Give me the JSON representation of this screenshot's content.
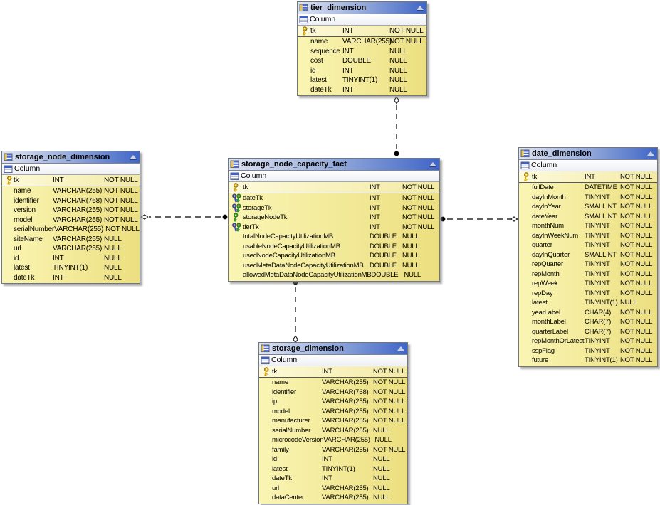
{
  "colors": {
    "canvas_background": "#ffffff",
    "table_header_gradient_start": "#dfe4f2",
    "table_header_gradient_end": "#3f65c6",
    "row_gradient_start": "#faf5b4",
    "row_gradient_end": "#ecdf80",
    "pk_row_gradient_start": "#fdfada",
    "pk_row_gradient_end": "#f3eaa4",
    "primary_key_icon": "#d9a300",
    "foreign_key_icon_blue": "#3848c8",
    "foreign_key_icon_green": "#1f9e1f",
    "connector_line": "#000000"
  },
  "diagram": {
    "tables": [
      {
        "id": "tier_dimension",
        "title": "tier_dimension",
        "column_header": "Column",
        "header_icons": [
          "table-grid-icon",
          "collapse-triangle-icon"
        ],
        "columns": [
          {
            "icon": "primary-key",
            "pk": true,
            "name": "tk",
            "type": "INT",
            "nullability": "NOT NULL"
          },
          {
            "icon": "none",
            "name": "name",
            "type": "VARCHAR(255)",
            "nullability": "NOT NULL"
          },
          {
            "icon": "none",
            "name": "sequence",
            "type": "INT",
            "nullability": "NULL"
          },
          {
            "icon": "none",
            "name": "cost",
            "type": "DOUBLE",
            "nullability": "NULL"
          },
          {
            "icon": "none",
            "name": "id",
            "type": "INT",
            "nullability": "NULL"
          },
          {
            "icon": "none",
            "name": "latest",
            "type": "TINYINT(1)",
            "nullability": "NULL"
          },
          {
            "icon": "none",
            "name": "dateTk",
            "type": "INT",
            "nullability": "NULL"
          }
        ]
      },
      {
        "id": "storage_node_dimension",
        "title": "storage_node_dimension",
        "column_header": "Column",
        "header_icons": [
          "table-grid-icon",
          "collapse-triangle-icon"
        ],
        "columns": [
          {
            "icon": "primary-key",
            "pk": true,
            "name": "tk",
            "type": "INT",
            "nullability": "NOT NULL"
          },
          {
            "icon": "none",
            "name": "name",
            "type": "VARCHAR(255)",
            "nullability": "NOT NULL"
          },
          {
            "icon": "none",
            "name": "identifier",
            "type": "VARCHAR(768)",
            "nullability": "NOT NULL"
          },
          {
            "icon": "none",
            "name": "version",
            "type": "VARCHAR(255)",
            "nullability": "NOT NULL"
          },
          {
            "icon": "none",
            "name": "model",
            "type": "VARCHAR(255)",
            "nullability": "NOT NULL"
          },
          {
            "icon": "none",
            "name": "serialNumber",
            "type": "VARCHAR(255)",
            "nullability": "NOT NULL"
          },
          {
            "icon": "none",
            "name": "siteName",
            "type": "VARCHAR(255)",
            "nullability": "NULL"
          },
          {
            "icon": "none",
            "name": "url",
            "type": "VARCHAR(255)",
            "nullability": "NULL"
          },
          {
            "icon": "none",
            "name": "id",
            "type": "INT",
            "nullability": "NULL"
          },
          {
            "icon": "none",
            "name": "latest",
            "type": "TINYINT(1)",
            "nullability": "NULL"
          },
          {
            "icon": "none",
            "name": "dateTk",
            "type": "INT",
            "nullability": "NULL"
          }
        ]
      },
      {
        "id": "storage_node_capacity_fact",
        "title": "storage_node_capacity_fact",
        "column_header": "Column",
        "header_icons": [
          "table-grid-icon",
          "collapse-triangle-icon"
        ],
        "columns": [
          {
            "icon": "primary-key",
            "pk": true,
            "name": "tk",
            "type": "INT",
            "nullability": "NOT NULL"
          },
          {
            "icon": "foreign-key-pair",
            "name": "dateTk",
            "type": "INT",
            "nullability": "NOT NULL"
          },
          {
            "icon": "foreign-key-pair",
            "name": "storageTk",
            "type": "INT",
            "nullability": "NOT NULL"
          },
          {
            "icon": "foreign-key-green",
            "name": "storageNodeTk",
            "type": "INT",
            "nullability": "NOT NULL"
          },
          {
            "icon": "foreign-key-pair",
            "name": "tierTk",
            "type": "INT",
            "nullability": "NOT NULL"
          },
          {
            "icon": "none",
            "name": "totalNodeCapacityUtilizationMB",
            "type": "DOUBLE",
            "nullability": "NULL"
          },
          {
            "icon": "none",
            "name": "usableNodeCapacityUtilizationMB",
            "type": "DOUBLE",
            "nullability": "NULL"
          },
          {
            "icon": "none",
            "name": "usedNodeCapacityUtilizationMB",
            "type": "DOUBLE",
            "nullability": "NULL"
          },
          {
            "icon": "none",
            "name": "usedMetaDataNodeCapacityUtilizationMB",
            "type": "DOUBLE",
            "nullability": "NULL"
          },
          {
            "icon": "none",
            "name": "allowedMetaDataNodeCapacityUtilizationMB",
            "type": "DOUBLE",
            "nullability": "NULL"
          }
        ]
      },
      {
        "id": "date_dimension",
        "title": "date_dimension",
        "column_header": "Column",
        "header_icons": [
          "table-grid-icon",
          "collapse-triangle-icon"
        ],
        "columns": [
          {
            "icon": "primary-key",
            "pk": true,
            "name": "tk",
            "type": "INT",
            "nullability": "NOT NULL"
          },
          {
            "icon": "none",
            "name": "fullDate",
            "type": "DATETIME",
            "nullability": "NOT NULL"
          },
          {
            "icon": "none",
            "name": "dayInMonth",
            "type": "TINYINT",
            "nullability": "NOT NULL"
          },
          {
            "icon": "none",
            "name": "dayInYear",
            "type": "SMALLINT",
            "nullability": "NOT NULL"
          },
          {
            "icon": "none",
            "name": "dateYear",
            "type": "SMALLINT",
            "nullability": "NOT NULL"
          },
          {
            "icon": "none",
            "name": "monthNum",
            "type": "TINYINT",
            "nullability": "NOT NULL"
          },
          {
            "icon": "none",
            "name": "dayInWeekNum",
            "type": "TINYINT",
            "nullability": "NOT NULL"
          },
          {
            "icon": "none",
            "name": "quarter",
            "type": "TINYINT",
            "nullability": "NOT NULL"
          },
          {
            "icon": "none",
            "name": "dayInQuarter",
            "type": "SMALLINT",
            "nullability": "NOT NULL"
          },
          {
            "icon": "none",
            "name": "repQuarter",
            "type": "TINYINT",
            "nullability": "NOT NULL"
          },
          {
            "icon": "none",
            "name": "repMonth",
            "type": "TINYINT",
            "nullability": "NOT NULL"
          },
          {
            "icon": "none",
            "name": "repWeek",
            "type": "TINYINT",
            "nullability": "NOT NULL"
          },
          {
            "icon": "none",
            "name": "repDay",
            "type": "TINYINT",
            "nullability": "NOT NULL"
          },
          {
            "icon": "none",
            "name": "latest",
            "type": "TINYINT(1)",
            "nullability": "NULL"
          },
          {
            "icon": "none",
            "name": "yearLabel",
            "type": "CHAR(4)",
            "nullability": "NOT NULL"
          },
          {
            "icon": "none",
            "name": "monthLabel",
            "type": "CHAR(7)",
            "nullability": "NOT NULL"
          },
          {
            "icon": "none",
            "name": "quarterLabel",
            "type": "CHAR(7)",
            "nullability": "NOT NULL"
          },
          {
            "icon": "none",
            "name": "repMonthOrLatest",
            "type": "TINYINT",
            "nullability": "NOT NULL"
          },
          {
            "icon": "none",
            "name": "sspFlag",
            "type": "TINYINT",
            "nullability": "NOT NULL"
          },
          {
            "icon": "none",
            "name": "future",
            "type": "TINYINT(1)",
            "nullability": "NOT NULL"
          }
        ]
      },
      {
        "id": "storage_dimension",
        "title": "storage_dimension",
        "column_header": "Column",
        "header_icons": [
          "table-grid-icon",
          "collapse-triangle-icon"
        ],
        "columns": [
          {
            "icon": "primary-key",
            "pk": true,
            "name": "tk",
            "type": "INT",
            "nullability": "NOT NULL"
          },
          {
            "icon": "none",
            "name": "name",
            "type": "VARCHAR(255)",
            "nullability": "NOT NULL"
          },
          {
            "icon": "none",
            "name": "identifier",
            "type": "VARCHAR(768)",
            "nullability": "NOT NULL"
          },
          {
            "icon": "none",
            "name": "ip",
            "type": "VARCHAR(255)",
            "nullability": "NOT NULL"
          },
          {
            "icon": "none",
            "name": "model",
            "type": "VARCHAR(255)",
            "nullability": "NOT NULL"
          },
          {
            "icon": "none",
            "name": "manufacturer",
            "type": "VARCHAR(255)",
            "nullability": "NOT NULL"
          },
          {
            "icon": "none",
            "name": "serialNumber",
            "type": "VARCHAR(255)",
            "nullability": "NULL"
          },
          {
            "icon": "none",
            "name": "microcodeVersion",
            "type": "VARCHAR(255)",
            "nullability": "NULL"
          },
          {
            "icon": "none",
            "name": "family",
            "type": "VARCHAR(255)",
            "nullability": "NOT NULL"
          },
          {
            "icon": "none",
            "name": "id",
            "type": "INT",
            "nullability": "NULL"
          },
          {
            "icon": "none",
            "name": "latest",
            "type": "TINYINT(1)",
            "nullability": "NULL"
          },
          {
            "icon": "none",
            "name": "dateTk",
            "type": "INT",
            "nullability": "NULL"
          },
          {
            "icon": "none",
            "name": "url",
            "type": "VARCHAR(255)",
            "nullability": "NULL"
          },
          {
            "icon": "none",
            "name": "dataCenter",
            "type": "VARCHAR(255)",
            "nullability": "NULL"
          }
        ]
      }
    ],
    "connectors": [
      {
        "id": "fact-to-tier",
        "from_table": "storage_node_capacity_fact",
        "to_table": "tier_dimension",
        "from_marker": "filled-dot",
        "to_marker": "open-diamond",
        "line_style": "dashed"
      },
      {
        "id": "fact-to-storage-node",
        "from_table": "storage_node_capacity_fact",
        "to_table": "storage_node_dimension",
        "from_marker": "filled-dot",
        "to_marker": "open-diamond",
        "line_style": "dashed"
      },
      {
        "id": "fact-to-date",
        "from_table": "storage_node_capacity_fact",
        "to_table": "date_dimension",
        "from_marker": "filled-dot",
        "to_marker": "open-diamond",
        "line_style": "dashed"
      },
      {
        "id": "fact-to-storage",
        "from_table": "storage_node_capacity_fact",
        "to_table": "storage_dimension",
        "from_marker": "filled-dot",
        "to_marker": "open-diamond",
        "line_style": "dashed"
      }
    ]
  }
}
